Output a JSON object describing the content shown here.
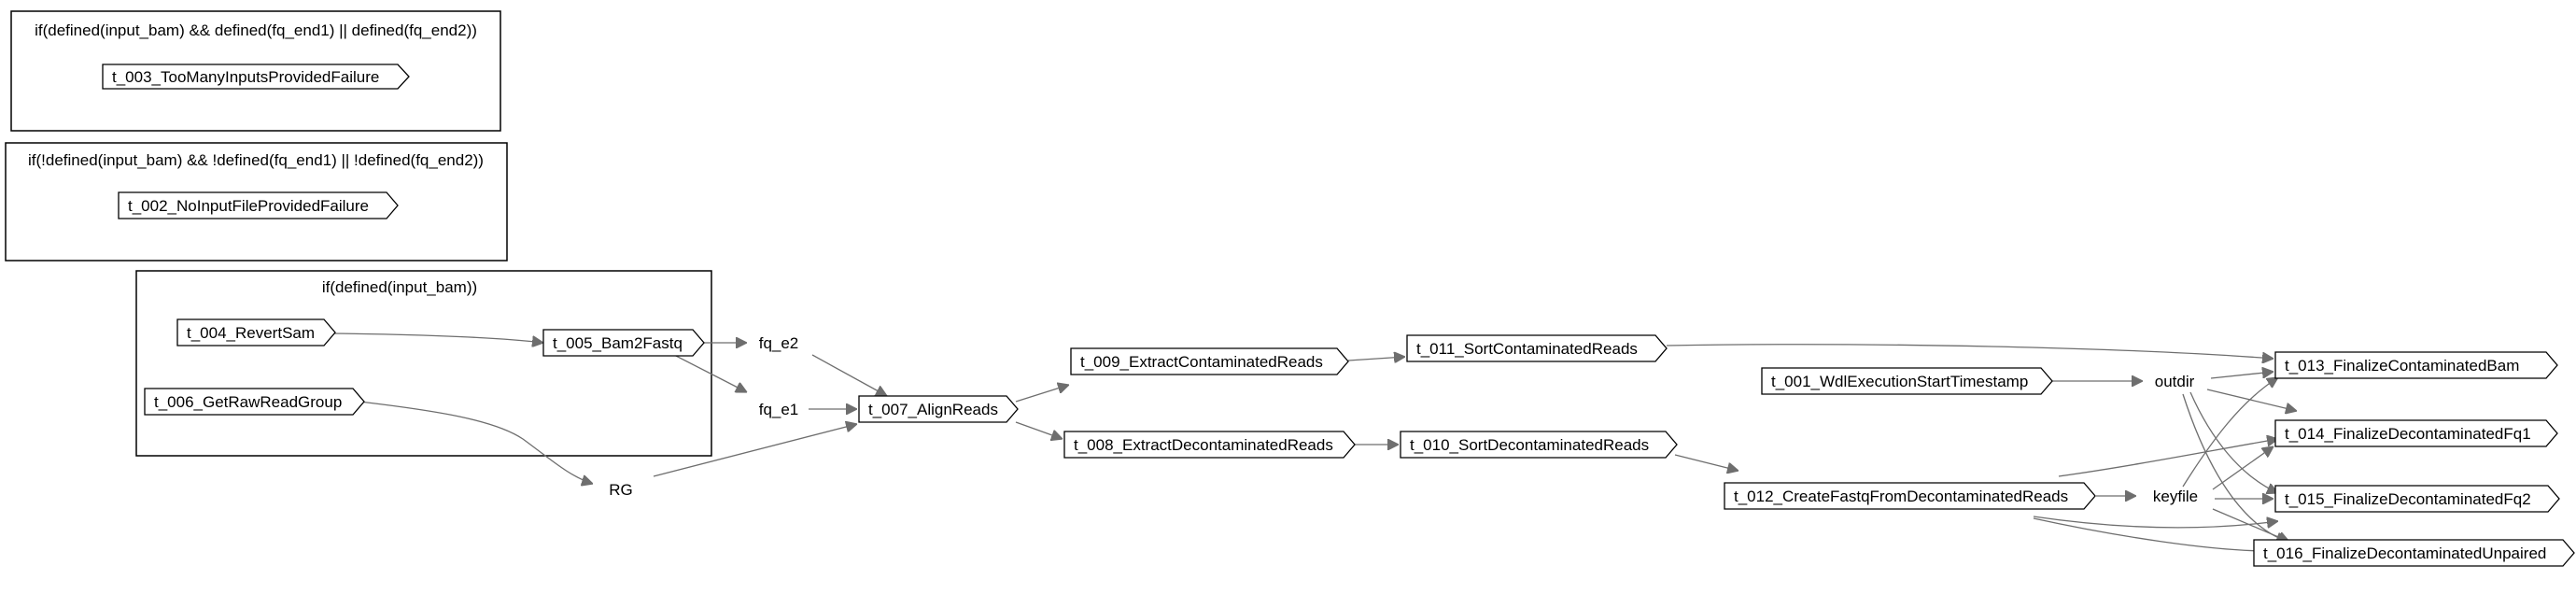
{
  "diagram": {
    "clusters": {
      "c_toomany": "if(defined(input_bam) && defined(fq_end1) || defined(fq_end2))",
      "c_noinput": "if(!defined(input_bam) && !defined(fq_end1) || !defined(fq_end2))",
      "c_inputbam": "if(defined(input_bam))"
    },
    "tasks": {
      "t003": "t_003_TooManyInputsProvidedFailure",
      "t002": "t_002_NoInputFileProvidedFailure",
      "t004": "t_004_RevertSam",
      "t005": "t_005_Bam2Fastq",
      "t006": "t_006_GetRawReadGroup",
      "t007": "t_007_AlignReads",
      "t009": "t_009_ExtractContaminatedReads",
      "t008": "t_008_ExtractDecontaminatedReads",
      "t011": "t_011_SortContaminatedReads",
      "t010": "t_010_SortDecontaminatedReads",
      "t001": "t_001_WdlExecutionStartTimestamp",
      "t012": "t_012_CreateFastqFromDecontaminatedReads",
      "t013": "t_013_FinalizeContaminatedBam",
      "t014": "t_014_FinalizeDecontaminatedFq1",
      "t015": "t_015_FinalizeDecontaminatedFq2",
      "t016": "t_016_FinalizeDecontaminatedUnpaired"
    },
    "variables": {
      "fq_e2": "fq_e2",
      "fq_e1": "fq_e1",
      "rg": "RG",
      "outdir": "outdir",
      "keyfile": "keyfile"
    }
  }
}
